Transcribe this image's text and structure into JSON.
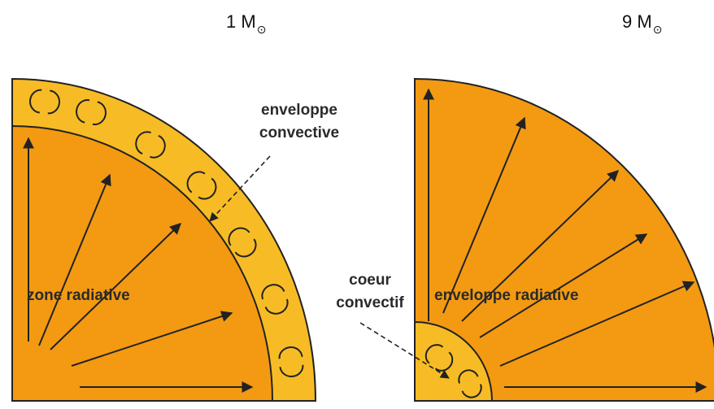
{
  "diagram": {
    "left_panel": {
      "mass": "1 M",
      "sun_symbol": "⊙",
      "envelope_label_line1": "enveloppe",
      "envelope_label_line2": "convective",
      "interior_label": "zone radiative"
    },
    "right_panel": {
      "mass": "9 M",
      "sun_symbol": "⊙",
      "core_label_line1": "coeur",
      "core_label_line2": "convectif",
      "envelope_label": "enveloppe radiative"
    }
  },
  "colors": {
    "radiative": "#f39a12",
    "convective": "#f7bc25",
    "outline": "#222222",
    "text": "#2a2a2a"
  }
}
